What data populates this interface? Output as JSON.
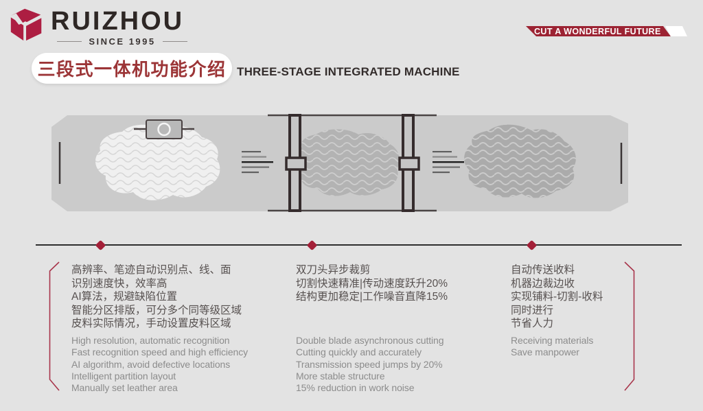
{
  "brand": {
    "name": "RUIZHOU",
    "since": "SINCE 1995",
    "slogan": "CUT A WONDERFUL FUTURE"
  },
  "title": {
    "zh": "三段式一体机功能介绍",
    "en": "THREE-STAGE INTEGRATED MACHINE"
  },
  "stages": [
    {
      "name": "recognition",
      "zh_lines": [
        "高辨率、笔迹自动识别点、线、面",
        "识别速度快，效率高",
        "AI算法，规避缺陷位置",
        "智能分区排版，可分多个同等级区域",
        "皮料实际情况，手动设置皮料区域"
      ],
      "en_lines": [
        "High resolution, automatic recognition",
        "Fast recognition speed and high efficiency",
        "AI algorithm, avoid defective locations",
        "Intelligent partition layout",
        "Manually set leather area"
      ]
    },
    {
      "name": "cutting",
      "zh_lines": [
        "双刀头异步裁剪",
        "切割快速精准|传动速度跃升20%",
        "结构更加稳定|工作噪音直降15%"
      ],
      "en_lines": [
        "Double blade asynchronous cutting",
        "Cutting quickly and accurately",
        "Transmission speed jumps by 20%",
        "More stable structure",
        "15% reduction in work noise"
      ]
    },
    {
      "name": "receiving",
      "zh_lines": [
        "自动传送收料",
        "机器边裁边收",
        "实现铺料-切割-收料",
        "同时进行",
        "节省人力"
      ],
      "en_lines": [
        "Receiving materials",
        "Save manpower"
      ]
    }
  ],
  "colors": {
    "background": "#e3e3e3",
    "brand_red": "#ad1e42",
    "ribbon_red": "#9c2333",
    "title_red": "#9c3537",
    "marker_red": "#a32038",
    "belt_gray": "#cbcbcb",
    "dark_ink": "#332b2c"
  }
}
